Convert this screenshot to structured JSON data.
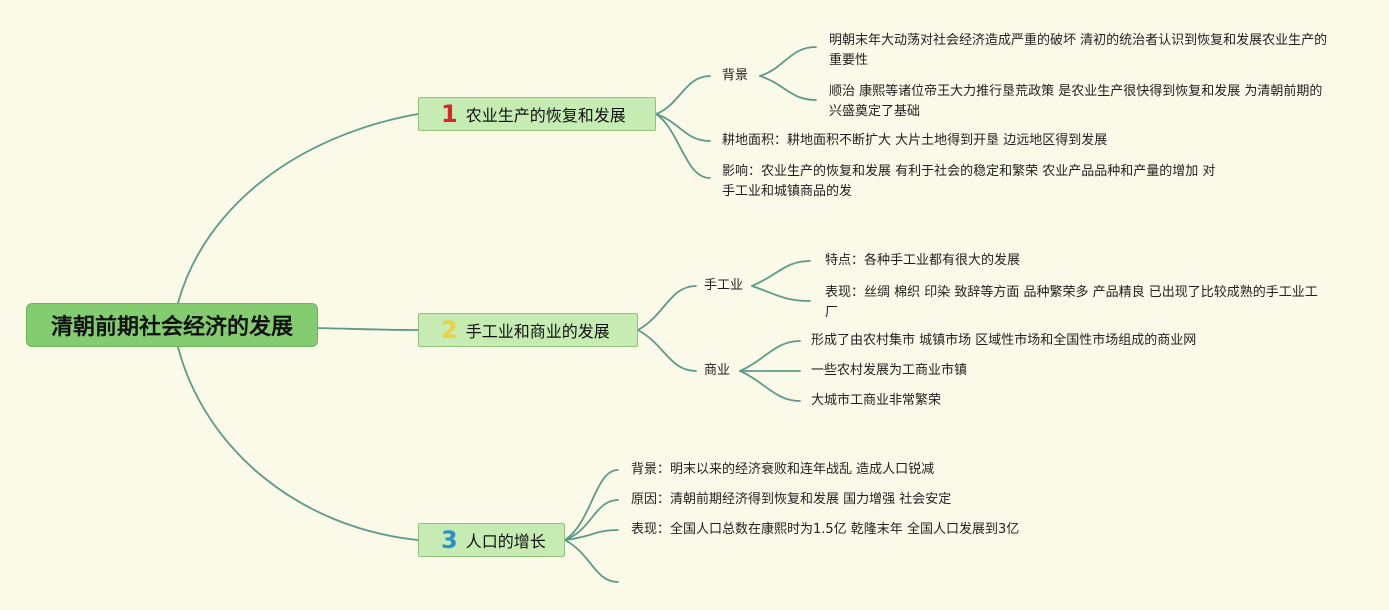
{
  "root": {
    "title": "清朝前期社会经济的发展"
  },
  "branches": [
    {
      "number": "1",
      "title": "农业生产的恢复和发展",
      "color": "#d9262b",
      "children": {
        "background": {
          "label": "背景",
          "items": [
            "明朝末年大动荡对社会经济造成严重的破坏 清初的统治者认识到恢复和发展农业生产的重要性",
            "顺治 康熙等诸位帝王大力推行垦荒政策 是农业生产很快得到恢复和发展 为清朝前期的兴盛奠定了基础"
          ]
        },
        "area": "耕地面积：耕地面积不断扩大 大片土地得到开垦 边远地区得到发展",
        "impact": "影响：农业生产的恢复和发展 有利于社会的稳定和繁荣 农业产品品种和产量的增加 对手工业和城镇商品的发"
      }
    },
    {
      "number": "2",
      "title": "手工业和商业的发展",
      "color": "#f1cf3a",
      "children": {
        "handicraft": {
          "label": "手工业",
          "items": [
            "特点：各种手工业都有很大的发展",
            "表现：丝绸 棉织 印染 致辞等方面 品种繁荣多 产品精良 已出现了比较成熟的手工业工厂"
          ]
        },
        "commerce": {
          "label": "商业",
          "items": [
            "形成了由农村集市 城镇市场 区域性市场和全国性市场组成的商业网",
            "一些农村发展为工商业市镇",
            "大城市工商业非常繁荣"
          ]
        }
      }
    },
    {
      "number": "3",
      "title": "人口的增长",
      "color": "#2b90cf",
      "children": {
        "items": [
          "背景：明末以来的经济衰败和连年战乱 造成人口锐减",
          "原因：清朝前期经济得到恢复和发展 国力增强 社会安定",
          "表现：全国人口总数在康熙时为1.5亿 乾隆末年 全国人口发展到3亿"
        ]
      }
    }
  ],
  "colors": {
    "background": "#fbfae8",
    "line": "#5e9a8a",
    "root_fill": "#84cc70",
    "branch_fill": "#c6ecb3"
  }
}
